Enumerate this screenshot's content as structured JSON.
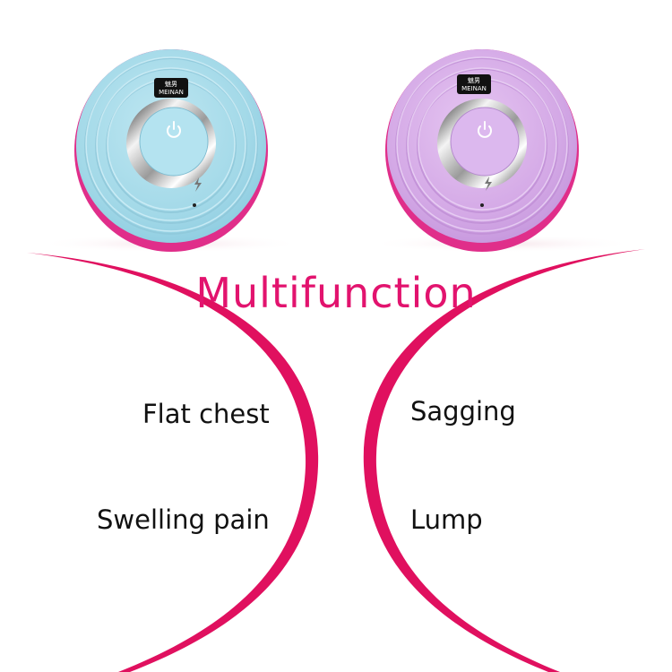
{
  "heading": "Multifunction",
  "devices": [
    {
      "color": "light-blue",
      "brand_cn": "魅男",
      "brand": "MEINAN"
    },
    {
      "color": "lavender",
      "brand_cn": "魅男",
      "brand": "MEINAN"
    }
  ],
  "benefits": {
    "left": [
      "Flat chest",
      "Swelling pain"
    ],
    "right": [
      "Sagging",
      "Lump"
    ]
  },
  "colors": {
    "accent": "#e2136e",
    "blue_device": "#a8dce9",
    "purple_device": "#d6aee9",
    "device_rim": "#e02e8a"
  },
  "icons": [
    "power-icon",
    "lightning-icon"
  ]
}
